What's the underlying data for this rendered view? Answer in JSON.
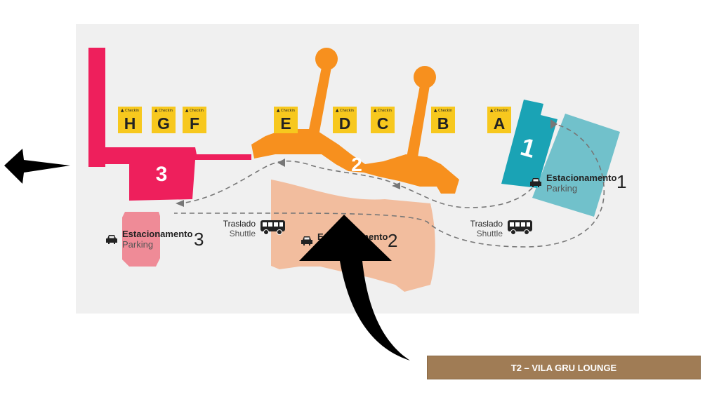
{
  "gates": [
    {
      "letter": "H",
      "tag": "Checkin"
    },
    {
      "letter": "G",
      "tag": "Checkin"
    },
    {
      "letter": "F",
      "tag": "Checkin"
    },
    {
      "letter": "E",
      "tag": "Checkin"
    },
    {
      "letter": "D",
      "tag": "Checkin"
    },
    {
      "letter": "C",
      "tag": "Checkin"
    },
    {
      "letter": "B",
      "tag": "Checkin"
    },
    {
      "letter": "A",
      "tag": "Checkin"
    }
  ],
  "terminals": {
    "t1": "1",
    "t2": "2",
    "t3": "3"
  },
  "parking": [
    {
      "line1": "Estacionamento",
      "line2": "Parking",
      "number": "1"
    },
    {
      "line1": "Estacionamento",
      "line2": "Parking",
      "number": "2"
    },
    {
      "line1": "Estacionamento",
      "line2": "Parking",
      "number": "3"
    }
  ],
  "shuttles": [
    {
      "line1": "Traslado",
      "line2": "Shuttle"
    },
    {
      "line1": "Traslado",
      "line2": "Shuttle"
    }
  ],
  "lounge_label": "T2 – VILA GRU LOUNGE",
  "colors": {
    "terminal1": "#1aa3b5",
    "terminal2": "#f7901e",
    "terminal3": "#ee1f5c",
    "parking1": "#5bb8c4",
    "parking2": "#f2b48f",
    "parking3": "#ef8b97",
    "gate": "#f7c81e",
    "lounge": "#a07c55"
  },
  "icons": [
    "check-in-icon",
    "car-icon",
    "bus-icon",
    "arrow-left-icon",
    "curved-arrow-up-icon"
  ]
}
